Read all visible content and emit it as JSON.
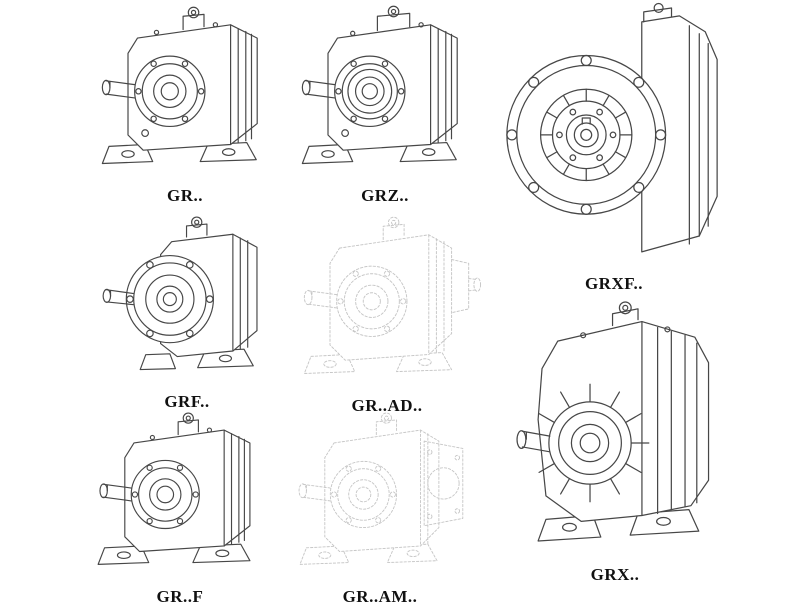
{
  "colors": {
    "ink": "#474747",
    "ghost": "#c6c6c6",
    "background": "#ffffff",
    "label": "#111111"
  },
  "figures": [
    {
      "id": "gr",
      "label": "GR..",
      "render": "solid",
      "appearance": "foot-mounted gear reducer, shaft left"
    },
    {
      "id": "grz",
      "label": "GRZ..",
      "render": "solid",
      "appearance": "foot-mounted gear reducer, shaft left"
    },
    {
      "id": "grxf",
      "label": "GRXF..",
      "render": "solid",
      "appearance": "flange-mounted gear reducer, front view"
    },
    {
      "id": "grf",
      "label": "GRF..",
      "render": "solid",
      "appearance": "flange-mounted gear reducer, shaft left"
    },
    {
      "id": "gr-ad",
      "label": "GR..AD..",
      "render": "ghost",
      "appearance": "gear reducer with input adapter, light outline"
    },
    {
      "id": "gr-f",
      "label": "GR..F",
      "render": "solid",
      "appearance": "foot-mounted gear reducer, shaft left"
    },
    {
      "id": "gr-am",
      "label": "GR..AM..",
      "render": "ghost",
      "appearance": "gear reducer with motor flange, light outline"
    },
    {
      "id": "grx",
      "label": "GRX..",
      "render": "solid",
      "appearance": "large foot-mounted gear reducer, ribbed boss"
    }
  ]
}
